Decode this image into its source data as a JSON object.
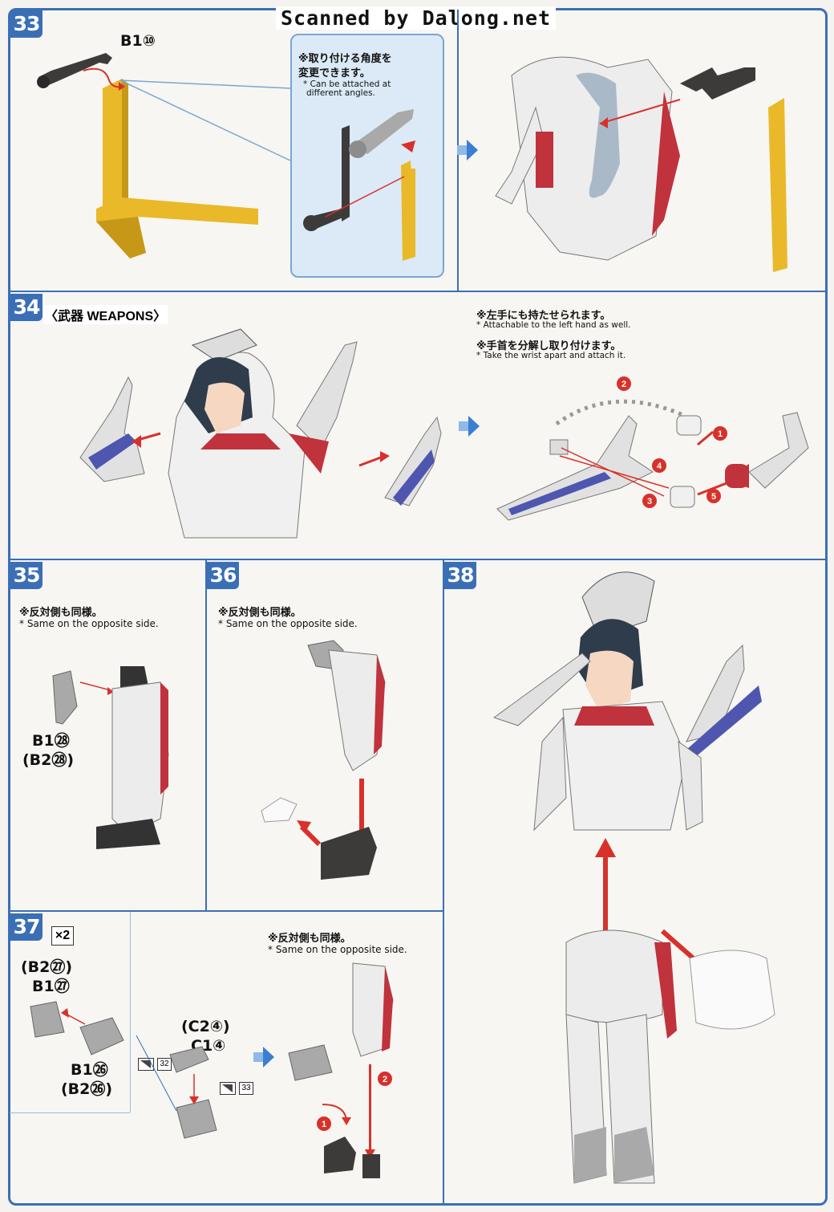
{
  "watermark": "Scanned by Dalong.net",
  "steps": {
    "s33": {
      "number": "33",
      "part": "B1⑩",
      "note_jp_1": "※取り付ける角度を",
      "note_jp_2": "変更できます。",
      "note_en_1": "* Can be attached at",
      "note_en_2": "different angles."
    },
    "s34": {
      "number": "34",
      "heading": "〈武器 WEAPONS〉",
      "note_jp_1": "※左手にも持たせられます。",
      "note_en_1": "* Attachable to the left hand as well.",
      "note_jp_2": "※手首を分解し取り付けます。",
      "note_en_2": "* Take the wrist apart and attach it.",
      "order": [
        "1",
        "2",
        "3",
        "4",
        "5"
      ]
    },
    "s35": {
      "number": "35",
      "note_jp": "※反対側も同様。",
      "note_en": "* Same on the opposite side.",
      "part_1": "B1㉘",
      "part_2": "(B2㉘)"
    },
    "s36": {
      "number": "36",
      "note_jp": "※反対側も同様。",
      "note_en": "* Same on the opposite side."
    },
    "s37": {
      "number": "37",
      "multiplier": "×2",
      "part_a1": "(B2㉗)",
      "part_a2": "B1㉗",
      "part_b1": "B1㉖",
      "part_b2": "(B2㉖)",
      "part_c1": "(C2④)",
      "part_c2": "C1④",
      "sticker_1": "32",
      "sticker_2": "33",
      "note_jp": "※反対側も同様。",
      "note_en": "* Same on the opposite side.",
      "order": [
        "1",
        "2"
      ]
    },
    "s38": {
      "number": "38"
    }
  },
  "colors": {
    "frame": "#3b6fb5",
    "arrow_red": "#d8312b",
    "stand_yellow": "#e9b92a",
    "part_dark": "#3d3a3a",
    "part_gray": "#a9a9a9"
  }
}
